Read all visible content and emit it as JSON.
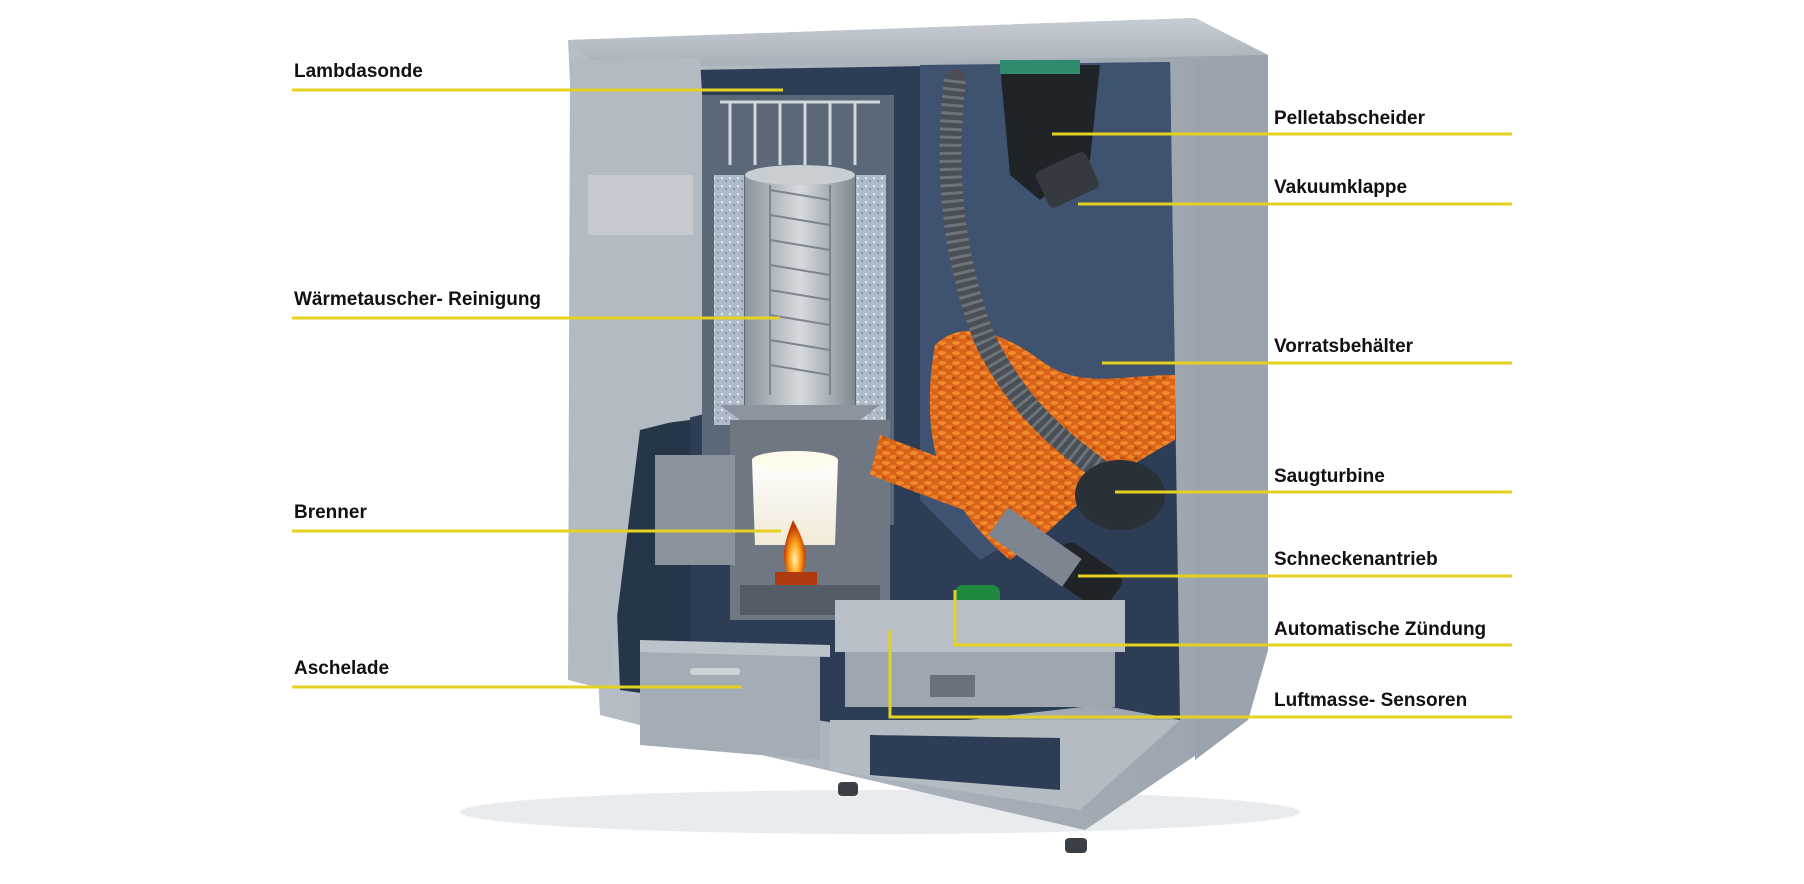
{
  "labels": {
    "lambdasonde": "Lambdasonde",
    "waermetauscher": "Wärmetauscher- Reinigung",
    "brenner": "Brenner",
    "aschelade": "Aschelade",
    "pelletabscheider": "Pelletabscheider",
    "vakuumklappe": "Vakuumklappe",
    "vorratsbehaelter": "Vorratsbehälter",
    "saugturbine": "Saugturbine",
    "schneckenantrieb": "Schneckenantrieb",
    "zuendung": "Automatische Zündung",
    "luftmasse": "Luftmasse- Sensoren"
  },
  "colors": {
    "leader_line": "#e3d21f",
    "casing": "#a9b1ba",
    "casing_dark": "#8e97a1",
    "interior": "#2c3d55",
    "pellets": "#e8771e",
    "flame": "#ff9a1a"
  }
}
